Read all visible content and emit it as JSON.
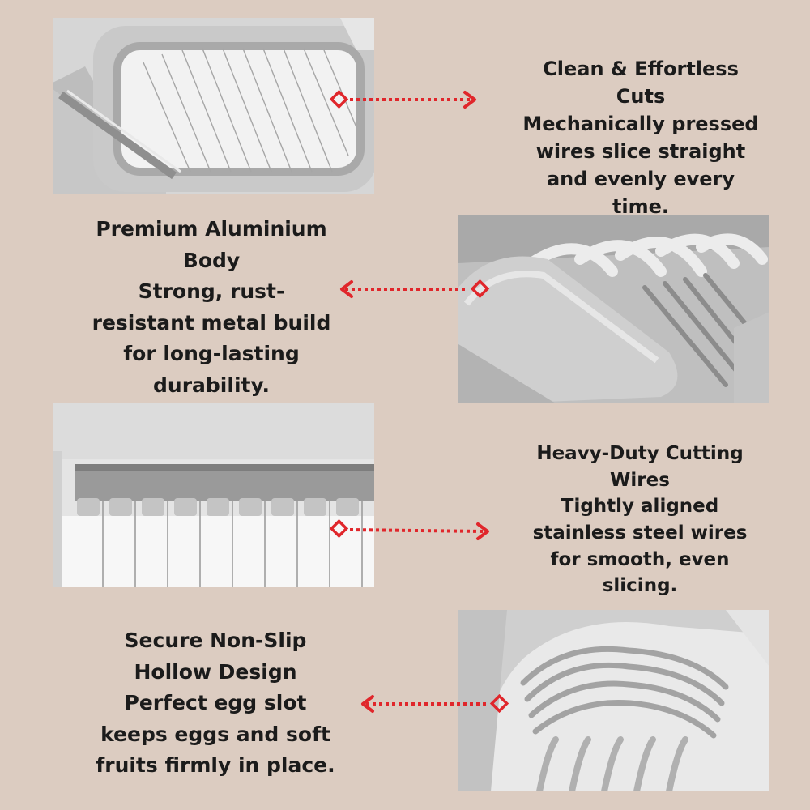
{
  "page": {
    "background": "#dcccc1",
    "accent": "#e0262b"
  },
  "features": [
    {
      "title": "Clean & Effortless Cuts",
      "description": "Mechanically pressed wires slice straight and evenly every time."
    },
    {
      "title": "Premium Aluminium Body",
      "description": "Strong, rust-resistant metal build for long-lasting durability."
    },
    {
      "title": "Heavy-Duty Cutting Wires",
      "description": "Tightly aligned stainless steel wires for smooth, even slicing."
    },
    {
      "title": "Secure Non-Slip Hollow Design",
      "description": "Perfect egg slot keeps eggs and soft fruits firmly in place."
    }
  ],
  "icons": {
    "callout_start": "diamond-icon",
    "callout_end": "chevron-arrow-icon"
  }
}
